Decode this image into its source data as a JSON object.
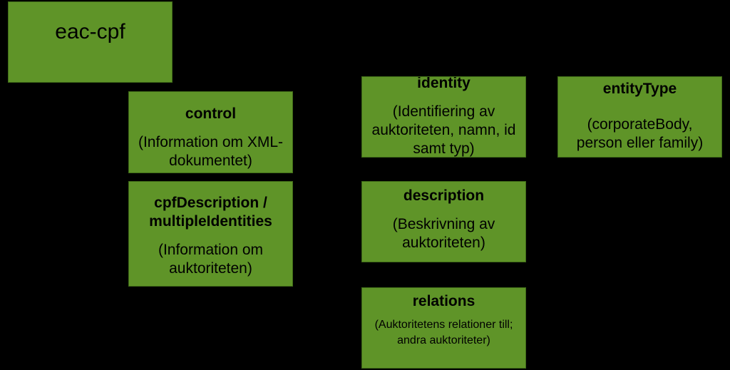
{
  "colors": {
    "background": "#000000",
    "node_fill": "#5f9428",
    "text": "#000000"
  },
  "nodes": {
    "root": {
      "title": "eac-cpf"
    },
    "control": {
      "title": "control",
      "desc_line1": "(Information om XML-",
      "desc_line2": "dokumentet)"
    },
    "cpf": {
      "title_line1": "cpfDescription /",
      "title_line2": "multipleIdentities",
      "desc_line1": "(Information om",
      "desc_line2": "auktoriteten)"
    },
    "identity": {
      "title": "identity",
      "desc_line1": "(Identifiering av",
      "desc_line2": "auktoriteten, namn, id",
      "desc_line3": "samt typ)"
    },
    "entity": {
      "title": "entityType",
      "desc_line1": "(corporateBody,",
      "desc_line2": "person eller family)"
    },
    "description": {
      "title": "description",
      "desc_line1": "(Beskrivning av",
      "desc_line2": "auktoriteten)"
    },
    "relations": {
      "title": "relations",
      "desc_line1": "(Auktoritetens relationer till;",
      "desc_line2": "andra auktoriteter)"
    }
  }
}
